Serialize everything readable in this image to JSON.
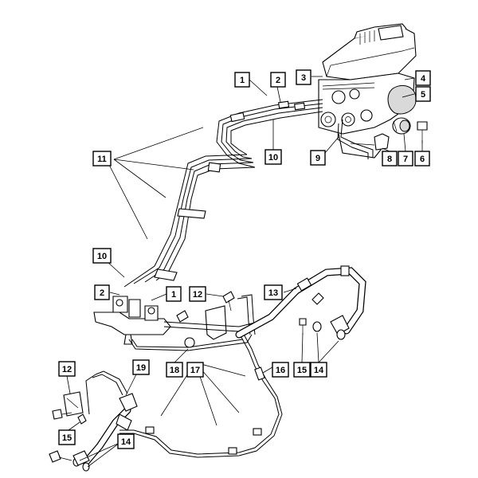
{
  "diagram": {
    "callouts": [
      {
        "id": "c1-top",
        "label": "1"
      },
      {
        "id": "c2-top",
        "label": "2"
      },
      {
        "id": "c3",
        "label": "3"
      },
      {
        "id": "c4",
        "label": "4"
      },
      {
        "id": "c5",
        "label": "5"
      },
      {
        "id": "c6",
        "label": "6"
      },
      {
        "id": "c7",
        "label": "7"
      },
      {
        "id": "c8",
        "label": "8"
      },
      {
        "id": "c9",
        "label": "9"
      },
      {
        "id": "c10-top",
        "label": "10"
      },
      {
        "id": "c11",
        "label": "11"
      },
      {
        "id": "c10-mid",
        "label": "10"
      },
      {
        "id": "c2-mid",
        "label": "2"
      },
      {
        "id": "c1-mid",
        "label": "1"
      },
      {
        "id": "c12-mid",
        "label": "12"
      },
      {
        "id": "c13",
        "label": "13"
      },
      {
        "id": "c15-right",
        "label": "15"
      },
      {
        "id": "c14-right",
        "label": "14"
      },
      {
        "id": "c16",
        "label": "16"
      },
      {
        "id": "c17",
        "label": "17"
      },
      {
        "id": "c18",
        "label": "18"
      },
      {
        "id": "c19",
        "label": "19"
      },
      {
        "id": "c12-left",
        "label": "12"
      },
      {
        "id": "c15-left",
        "label": "15"
      },
      {
        "id": "c14-left",
        "label": "14"
      }
    ]
  },
  "colors": {
    "line": "#000000",
    "background": "#ffffff",
    "shade": "#d9d9d9"
  }
}
